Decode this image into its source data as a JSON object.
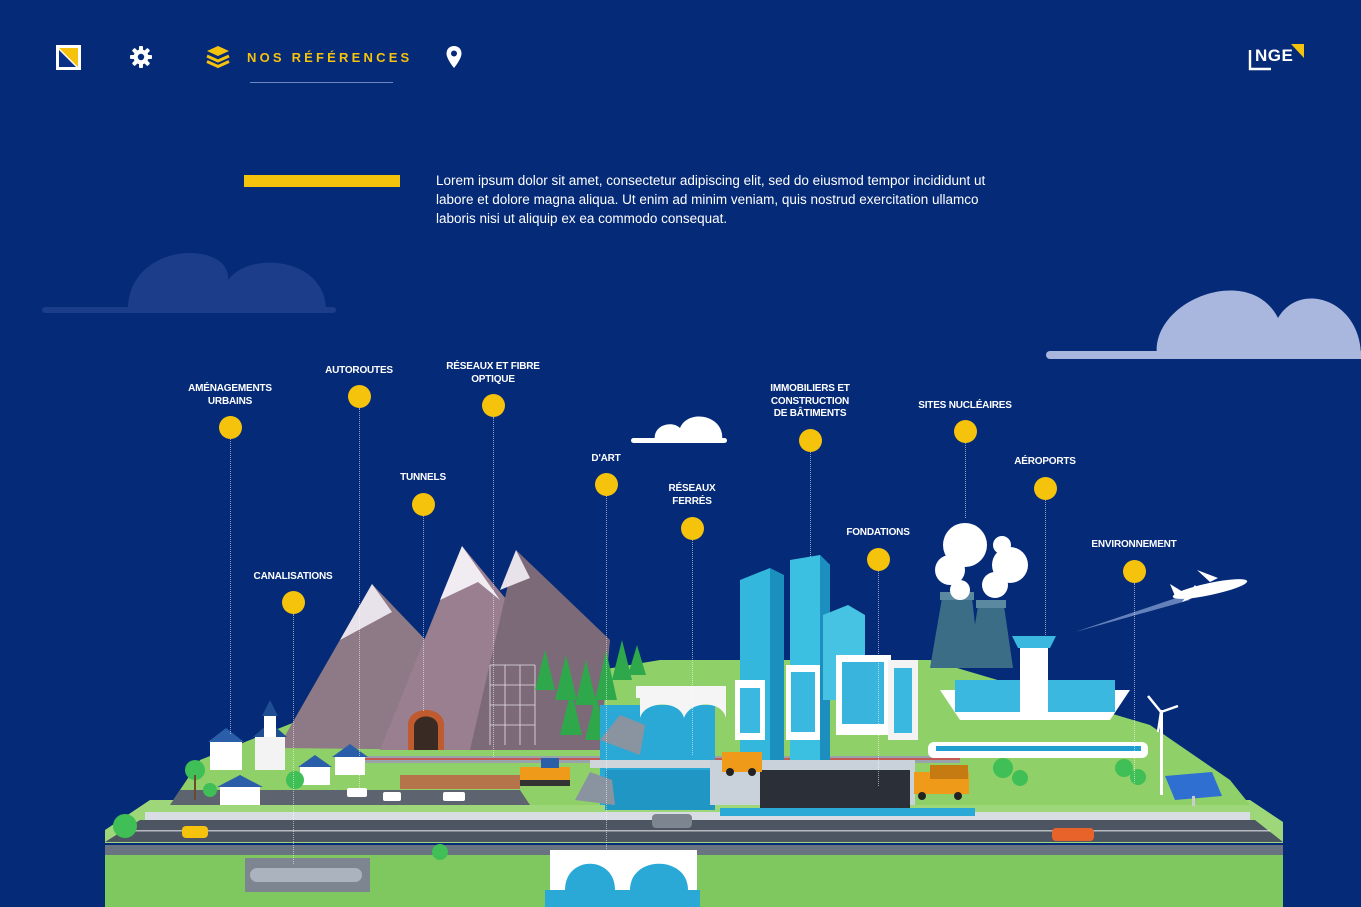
{
  "nav": {
    "reference_label": "NOS RÉFÉRENCES",
    "brand": "NGE",
    "icons": [
      "logo-mark-icon",
      "gear-icon",
      "layers-icon",
      "location-pin-icon"
    ]
  },
  "intro": {
    "text": "Lorem ipsum dolor sit amet, consectetur adipiscing elit, sed do eiusmod tempor incididunt ut labore et dolore magna aliqua. Ut enim ad minim veniam, quis nostrud exercitation ullamco laboris nisi ut aliquip ex ea commodo  consequat."
  },
  "categories": [
    {
      "id": "amenagements",
      "label": "AMÉNAGEMENTS\nURBAINS"
    },
    {
      "id": "autoroutes",
      "label": "AUTOROUTES"
    },
    {
      "id": "reseaux-fibre",
      "label": "RÉSEAUX ET FIBRE\nOPTIQUE"
    },
    {
      "id": "tunnels",
      "label": "TUNNELS"
    },
    {
      "id": "canalisations",
      "label": "CANALISATIONS"
    },
    {
      "id": "art",
      "label": "D'ART"
    },
    {
      "id": "reseaux-ferres",
      "label": "RÉSEAUX\nFERRÉS"
    },
    {
      "id": "immobiliers",
      "label": "IMMOBILIERS ET\nCONSTRUCTION\nDE BÂTIMENTS"
    },
    {
      "id": "fondations",
      "label": "FONDATIONS"
    },
    {
      "id": "nucleaires",
      "label": "SITES NUCLÉAIRES"
    },
    {
      "id": "aeroports",
      "label": "AÉROPORTS"
    },
    {
      "id": "environnement",
      "label": "ENVIRONNEMENT"
    }
  ],
  "colors": {
    "background": "#052a78",
    "accent": "#f5c30c",
    "grass": "#8fd168",
    "road": "#5d6470",
    "water": "#2aa9d6"
  }
}
